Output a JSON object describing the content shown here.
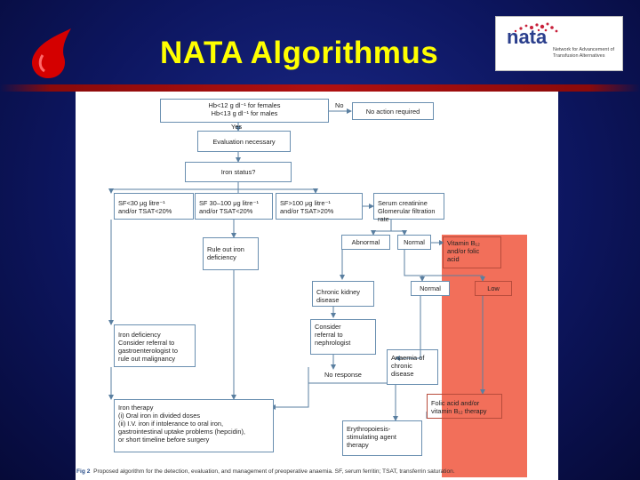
{
  "slide": {
    "title": "NATA Algorithmus",
    "logo_right": {
      "word": "nata",
      "tagline": "Network for Advancement of Transfusion Alternatives"
    }
  },
  "colors": {
    "background": "#0d1660",
    "title": "#ffff00",
    "rule": "#b01010",
    "box_border": "#6a8fb0",
    "highlight": "#f26f5a"
  },
  "icons": [
    "blood-drop-icon",
    "nata-logo-icon"
  ],
  "flowchart": {
    "hb": "Hb<12 g dl⁻¹ for females\nHb<13 g dl⁻¹ for males",
    "no": "No",
    "no_action": "No action required",
    "yes": "Yes",
    "evaluation": "Evaluation necessary",
    "iron_status": "Iron status?",
    "sf_low": "SF<30 μg litre⁻¹\nand/or TSAT<20%",
    "sf_mid": "SF 30–100 μg litre⁻¹\nand/or TSAT<20%",
    "sf_high": "SF>100 μg litre⁻¹\nand/or TSAT>20%",
    "creatinine": "Serum creatinine\nGlomerular filtration rate",
    "rule_out": "Rule out iron\ndeficiency",
    "abnormal": "Abnormal",
    "normal": "Normal",
    "vitamin": "Vitamin B₁₂\nand/or folic\nacid",
    "ckd": "Chronic kidney\ndisease",
    "normal2": "Normal",
    "low": "Low",
    "referral_nephro": "Consider\nreferral to\nnephrologist",
    "iron_deficiency": "Iron deficiency\nConsider referral to\ngastroenterologist to\nrule out malignancy",
    "anaemia_chronic": "Anaemia of\nchronic\ndisease",
    "no_response": "No response",
    "folic": "Folic acid and/or\nvitamin B₁₂ therapy",
    "iron_therapy": "Iron therapy\n(i) Oral iron in divided doses\n(ii) I.V. iron if intolerance to oral iron,\ngastrointestinal uptake problems (hepcidin),\nor short timeline before surgery",
    "esa": "Erythropoiesis-\nstimulating agent\ntherapy"
  },
  "caption": {
    "label": "Fig 2",
    "text": "Proposed algorithm for the detection, evaluation, and management of preoperative anaemia. SF, serum ferritin; TSAT, transferrin saturation."
  }
}
